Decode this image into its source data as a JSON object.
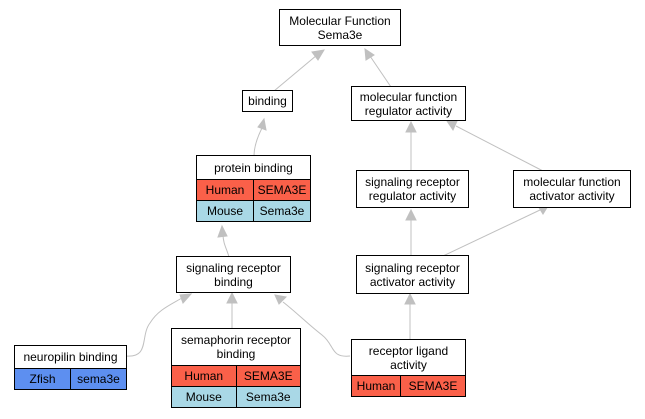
{
  "graph": {
    "colors": {
      "edge": "#c0c0c0",
      "Human": "#fa6049",
      "Mouse": "#a9d8e6",
      "Zfish": "#5d8ff0"
    },
    "nodes": {
      "mf": {
        "label": "Molecular Function\nSema3e"
      },
      "binding": {
        "label": "binding"
      },
      "mfra": {
        "label": "molecular function\nregulator activity"
      },
      "pb": {
        "label": "protein binding",
        "rows": [
          [
            "Human",
            "SEMA3E"
          ],
          [
            "Mouse",
            "Sema3e"
          ]
        ]
      },
      "srra": {
        "label": "signaling receptor\nregulator activity"
      },
      "mfaa": {
        "label": "molecular function\nactivator activity"
      },
      "srb": {
        "label": "signaling receptor\nbinding"
      },
      "sraa": {
        "label": "signaling receptor\nactivator activity"
      },
      "np": {
        "label": "neuropilin binding",
        "rows": [
          [
            "Zfish",
            "sema3e"
          ]
        ]
      },
      "semrb": {
        "label": "semaphorin receptor\nbinding",
        "rows": [
          [
            "Human",
            "SEMA3E"
          ],
          [
            "Mouse",
            "Sema3e"
          ]
        ]
      },
      "rla": {
        "label": "receptor ligand\nactivity",
        "rows": [
          [
            "Human",
            "SEMA3E"
          ]
        ]
      }
    }
  }
}
